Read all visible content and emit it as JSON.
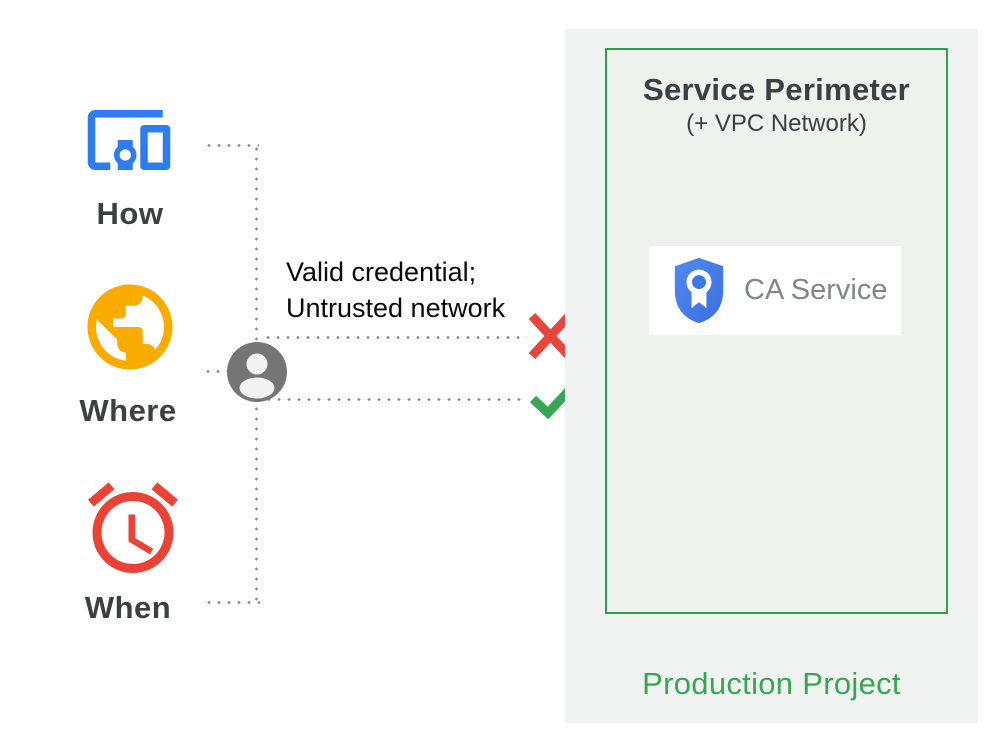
{
  "labels": {
    "how": "How",
    "where": "Where",
    "when": "When"
  },
  "note": {
    "line1": "Valid credential;",
    "line2": "Untrusted network"
  },
  "perimeter": {
    "title": "Service Perimeter",
    "subtitle": "(+ VPC Network)"
  },
  "service": {
    "name": "CA Service"
  },
  "project": {
    "name": "Production Project"
  },
  "icons": {
    "how": "devices-icon",
    "where": "globe-icon",
    "when": "alarm-clock-icon",
    "user": "user-account-icon",
    "denied": "x-mark-icon",
    "allowed": "check-mark-icon",
    "service": "certificate-shield-icon"
  },
  "colors": {
    "blue": "#2E7DF0",
    "amber": "#F9AB00",
    "red": "#EA4335",
    "x_red": "#E8453C",
    "green": "#34A853",
    "dark_text": "#3C4043",
    "note_text": "#0A0A0A",
    "muted_text": "#80868B",
    "user_gray": "#757575",
    "dot_gray": "#8A8A8A",
    "panel_bg": "#F1F3F2",
    "box_bg": "#EDF2EC",
    "box_border": "#2D9E4F",
    "shield_blue": "#4285F4",
    "card_bg": "#FFFFFF"
  }
}
